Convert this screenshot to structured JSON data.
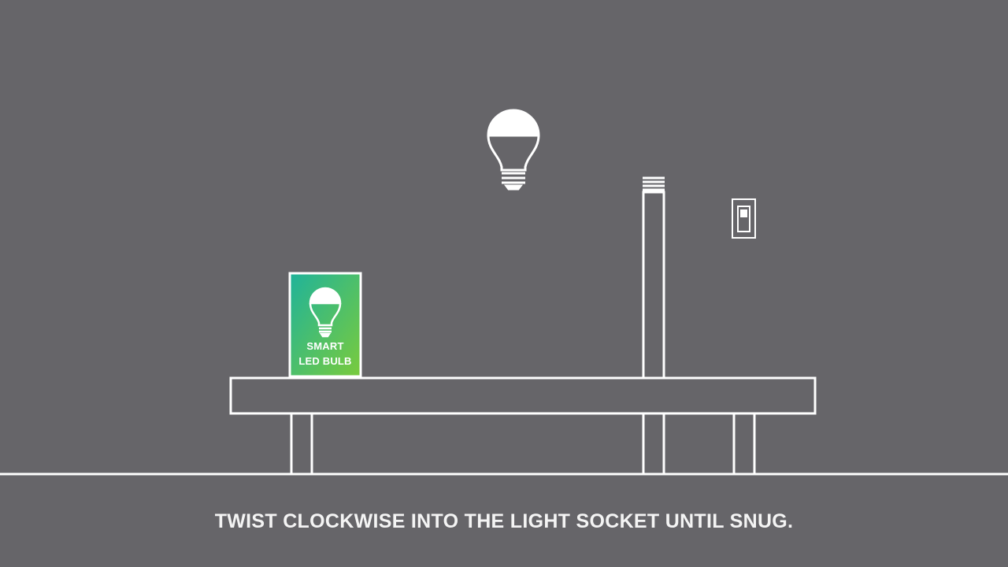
{
  "scene": {
    "background_color": "#666569",
    "line_color": "#ffffff",
    "box_gradient": [
      "#1fb39a",
      "#7acb3c"
    ],
    "icons": [
      "light-bulb-icon",
      "smart-led-bulb-box",
      "lamp-post-icon",
      "light-switch-icon"
    ]
  },
  "product_box": {
    "label_line1": "SMART",
    "label_line2": "LED BULB"
  },
  "caption": {
    "text": "TWIST CLOCKWISE INTO THE LIGHT SOCKET UNTIL SNUG."
  }
}
